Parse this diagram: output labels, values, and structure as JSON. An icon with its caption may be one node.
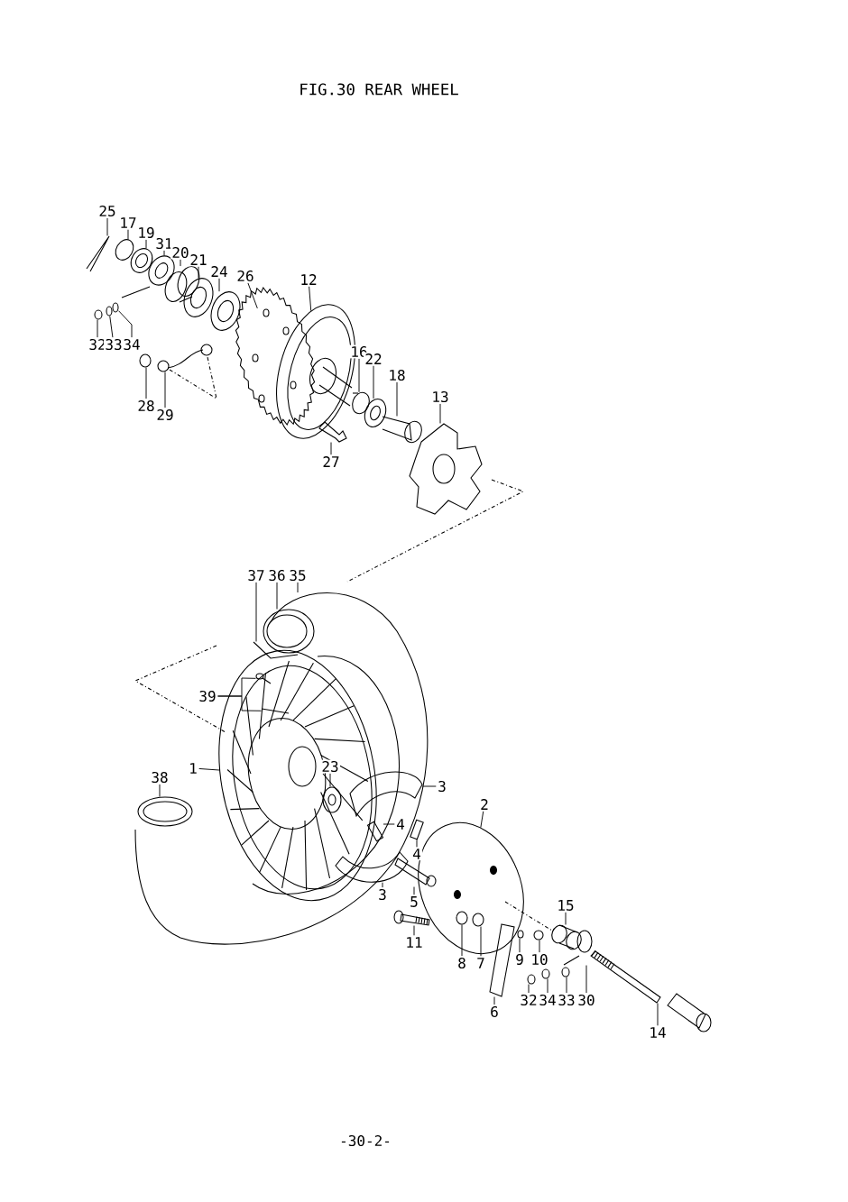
{
  "diagram": {
    "title": "FIG.30  REAR WHEEL",
    "nodes": [
      {
        "text": [
          "25"
        ]
      },
      {
        "text": [
          "17"
        ]
      },
      {
        "text": [
          "19"
        ]
      },
      {
        "text": [
          "31"
        ]
      },
      {
        "text": [
          "20"
        ]
      },
      {
        "text": [
          "21"
        ]
      },
      {
        "text": [
          "24"
        ]
      },
      {
        "text": [
          "26"
        ]
      },
      {
        "text": [
          "12"
        ]
      },
      {
        "text": [
          "32"
        ]
      },
      {
        "text": [
          "33"
        ]
      },
      {
        "text": [
          "34"
        ]
      },
      {
        "text": [
          "16"
        ]
      },
      {
        "text": [
          "22"
        ]
      },
      {
        "text": [
          "18"
        ]
      },
      {
        "text": [
          "13"
        ]
      },
      {
        "text": [
          "28"
        ]
      },
      {
        "text": [
          "29"
        ]
      },
      {
        "text": [
          "27"
        ]
      },
      {
        "text": [
          "37"
        ]
      },
      {
        "text": [
          "36"
        ]
      },
      {
        "text": [
          "35"
        ]
      },
      {
        "text": [
          "39"
        ]
      },
      {
        "text": [
          "1"
        ]
      },
      {
        "text": [
          "23"
        ],
        "in": 68
      },
      {
        "text": [
          "38"
        ]
      },
      {
        "text": [
          "3"
        ]
      },
      {
        "text": [
          "4"
        ]
      },
      {
        "text": [
          "2"
        ]
      },
      {
        "text": [
          "4"
        ]
      },
      {
        "text": [
          "3"
        ]
      },
      {
        "text": [
          "5"
        ]
      },
      {
        "text": [
          "15"
        ]
      },
      {
        "text": [
          "11"
        ]
      },
      {
        "text": [
          "8"
        ]
      },
      {
        "text": [
          "7"
        ]
      },
      {
        "text": [
          "9"
        ]
      },
      {
        "text": [
          "10"
        ]
      },
      {
        "text": [
          "32"
        ]
      },
      {
        "text": [
          "34"
        ]
      },
      {
        "text": [
          "33"
        ]
      },
      {
        "text": [
          "30"
        ]
      },
      {
        "text": [
          "6"
        ]
      },
      {
        "text": [
          "14"
        ]
      },
      {
        "text": [],
        "shape": "picture"
      },
      {
        "text": [],
        "shape": "picture"
      },
      {
        "text": [],
        "shape": "picture"
      },
      {
        "text": [],
        "shape": "picture"
      },
      {
        "text": [],
        "shape": "picture"
      },
      {
        "text": [],
        "shape": "picture"
      },
      {
        "text": [],
        "shape": "picture"
      },
      {
        "text": [],
        "shape": "picture"
      },
      {
        "text": [],
        "shape": "picture"
      },
      {
        "text": [],
        "shape": "picture"
      },
      {
        "text": [],
        "shape": "picture"
      },
      {
        "text": [],
        "shape": "picture"
      },
      {
        "text": [],
        "shape": "picture"
      },
      {
        "text": [],
        "shape": "picture"
      },
      {
        "text": [],
        "shape": "picture"
      },
      {
        "text": [],
        "shape": "picture"
      },
      {
        "text": [],
        "shape": "picture"
      },
      {
        "text": [],
        "shape": "picture"
      },
      {
        "text": [],
        "shape": "picture"
      },
      {
        "text": [],
        "shape": "picture"
      },
      {
        "text": [],
        "shape": "picture"
      },
      {
        "text": [],
        "shape": "picture"
      },
      {
        "text": [],
        "shape": "picture",
        "in": 68
      },
      {
        "text": [],
        "shape": "picture",
        "in": 68
      },
      {
        "text": [],
        "shape": "picture"
      },
      {
        "text": [],
        "shape": "picture",
        "in": 68
      },
      {
        "text": [],
        "shape": "picture"
      },
      {
        "text": [],
        "shape": "picture"
      },
      {
        "text": [],
        "shape": "picture"
      },
      {
        "text": [],
        "shape": "picture"
      },
      {
        "text": [],
        "shape": "picture"
      },
      {
        "text": [],
        "shape": "picture"
      },
      {
        "text": [],
        "shape": "picture"
      },
      {
        "text": [],
        "shape": "picture"
      },
      {
        "text": [],
        "shape": "picture"
      },
      {
        "text": [],
        "shape": "picture",
        "in": 73
      },
      {
        "text": [],
        "shape": "picture",
        "in": 73
      },
      {
        "text": [],
        "shape": "picture"
      },
      {
        "text": [],
        "shape": "picture"
      },
      {
        "text": [],
        "shape": "picture"
      },
      {
        "text": [],
        "shape": "picture"
      },
      {
        "text": [],
        "shape": "picture"
      },
      {
        "text": [],
        "shape": "picture"
      },
      {
        "text": [],
        "shape": "picture"
      },
      {
        "text": [],
        "shape": "picture"
      }
    ],
    "edges": [
      {
        "from": 0,
        "to": 44,
        "arrow": "none"
      },
      {
        "from": 1,
        "to": 45,
        "arrow": "none"
      },
      {
        "from": 2,
        "to": 46,
        "arrow": "none"
      },
      {
        "from": 3,
        "to": 47,
        "arrow": "none"
      },
      {
        "from": 4,
        "to": 48,
        "arrow": "none"
      },
      {
        "from": 5,
        "to": 49,
        "arrow": "none"
      },
      {
        "from": 6,
        "to": 50,
        "arrow": "none"
      },
      {
        "from": 7,
        "to": 51,
        "arrow": "none"
      },
      {
        "from": 8,
        "to": 52,
        "arrow": "none"
      },
      {
        "from": 9,
        "to": 53,
        "arrow": "none"
      },
      {
        "from": 10,
        "to": 54,
        "arrow": "none"
      },
      {
        "from": 11,
        "to": 55,
        "arrow": "none"
      },
      {
        "from": 12,
        "to": 56,
        "arrow": "none"
      },
      {
        "from": 13,
        "to": 57,
        "arrow": "none"
      },
      {
        "from": 14,
        "to": 58,
        "arrow": "none"
      },
      {
        "from": 15,
        "to": 59,
        "arrow": "none"
      },
      {
        "from": 16,
        "to": 60,
        "arrow": "none"
      },
      {
        "from": 17,
        "to": 61,
        "arrow": "none"
      },
      {
        "from": 18,
        "to": 62,
        "arrow": "none"
      },
      {
        "from": 19,
        "to": 63,
        "arrow": "none"
      },
      {
        "from": 20,
        "to": 64,
        "arrow": "none"
      },
      {
        "from": 21,
        "to": 65,
        "arrow": "none"
      },
      {
        "from": 22,
        "to": 66,
        "arrow": "none"
      },
      {
        "from": 22,
        "to": 67,
        "arrow": "none"
      },
      {
        "from": 23,
        "to": 68,
        "arrow": "none"
      },
      {
        "from": 24,
        "to": 69,
        "arrow": "none"
      },
      {
        "from": 25,
        "to": 70,
        "arrow": "none"
      },
      {
        "from": 26,
        "to": 71,
        "arrow": "none"
      },
      {
        "from": 27,
        "to": 72,
        "arrow": "none"
      },
      {
        "from": 28,
        "to": 73,
        "arrow": "none"
      },
      {
        "from": 29,
        "to": 74,
        "arrow": "none"
      },
      {
        "from": 30,
        "to": 75,
        "arrow": "none"
      },
      {
        "from": 31,
        "to": 76,
        "arrow": "none"
      },
      {
        "from": 32,
        "to": 77,
        "arrow": "none"
      },
      {
        "from": 33,
        "to": 78,
        "arrow": "none"
      },
      {
        "from": 34,
        "to": 79,
        "arrow": "none"
      },
      {
        "from": 35,
        "to": 80,
        "arrow": "none"
      },
      {
        "from": 36,
        "to": 81,
        "arrow": "none"
      },
      {
        "from": 37,
        "to": 82,
        "arrow": "none"
      },
      {
        "from": 38,
        "to": 83,
        "arrow": "none"
      },
      {
        "from": 39,
        "to": 84,
        "arrow": "none"
      },
      {
        "from": 40,
        "to": 85,
        "arrow": "none"
      },
      {
        "from": 41,
        "to": 86,
        "arrow": "none"
      },
      {
        "from": 42,
        "to": 87,
        "arrow": "none"
      },
      {
        "from": 43,
        "to": 88,
        "arrow": "none"
      }
    ],
    "labels": [
      "-30-2-"
    ]
  }
}
